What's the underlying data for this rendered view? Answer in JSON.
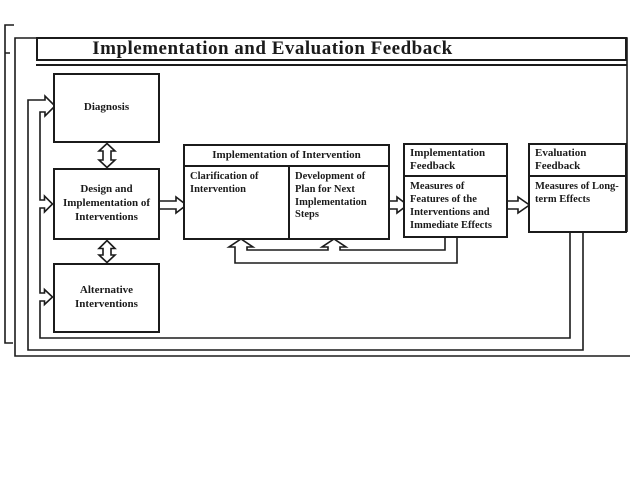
{
  "title": "Implementation and Evaluation Feedback",
  "boxes": {
    "diagnosis": {
      "label": "Diagnosis"
    },
    "design": {
      "label": "Design and Implementation of Interventions"
    },
    "alternative": {
      "label": "Alternative Interventions"
    },
    "implementation_group": {
      "header": "Implementation of Intervention",
      "clarification": "Clarification of Intervention",
      "development": "Development of Plan for Next Implementation Steps"
    },
    "implementation_feedback": {
      "header": "Implementation Feedback",
      "body": "Measures of Features of the Interventions and Immediate Effects"
    },
    "evaluation_feedback": {
      "header": "Evaluation Feedback",
      "body": "Measures of Long-term Effects"
    }
  },
  "connections": [
    {
      "from": "Diagnosis",
      "to": "Design and Implementation of Interventions",
      "type": "double-headed"
    },
    {
      "from": "Design and Implementation of Interventions",
      "to": "Alternative Interventions",
      "type": "double-headed"
    },
    {
      "from": "Design and Implementation of Interventions",
      "to": "Clarification of Intervention",
      "type": "arrow"
    },
    {
      "from": "Development of Plan for Next Implementation Steps",
      "to": "Implementation Feedback",
      "type": "arrow"
    },
    {
      "from": "Implementation Feedback",
      "to": "Evaluation Feedback",
      "type": "arrow"
    },
    {
      "from": "Implementation Feedback",
      "to": "Clarification of Intervention; Development of Plan for Next Implementation Steps",
      "type": "feedback-loop"
    },
    {
      "from": "Evaluation Feedback",
      "to": "Diagnosis; Design and Implementation of Interventions; Alternative Interventions",
      "type": "feedback-loop"
    }
  ],
  "colors": {
    "line": "#1b1b1b",
    "background": "#ffffff",
    "text": "#1b1b1b"
  }
}
